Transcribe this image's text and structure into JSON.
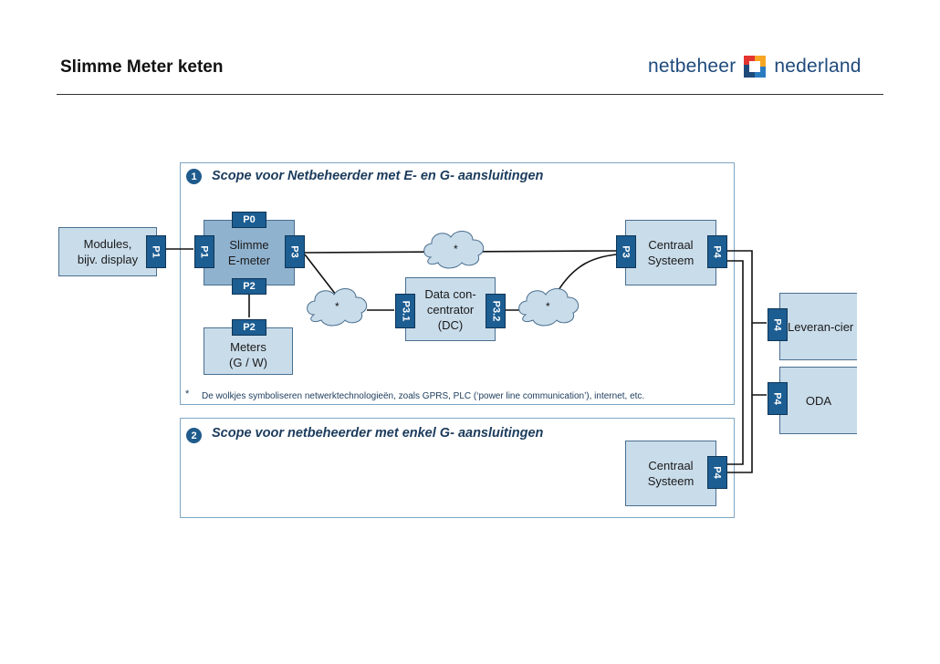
{
  "header": {
    "title": "Slimme Meter keten",
    "logo_left": "netbeheer",
    "logo_right": "nederland",
    "logo_colors": [
      "#e3342f",
      "#f6a623",
      "#1f4a7c",
      "#2b7bc0"
    ]
  },
  "scope1": {
    "number": "1",
    "title": "Scope voor Netbeheerder met E- en G- aansluitingen"
  },
  "scope2": {
    "number": "2",
    "title": "Scope voor netbeheerder met enkel G- aansluitingen"
  },
  "nodes": {
    "modules": "Modules,\nbijv. display",
    "slimme": "Slimme\nE-meter",
    "meters": "Meters\n(G / W)",
    "dc": "Data con-\ncentrator\n(DC)",
    "centraal1": "Centraal\nSysteem",
    "centraal2": "Centraal\nSysteem",
    "leverancier": "Leveran-cier",
    "oda": "ODA"
  },
  "ports": {
    "p0": "P0",
    "p1_modules": "P1",
    "p1_meter": "P1",
    "p3_meter": "P3",
    "p2_meter": "P2",
    "p2_meters": "P2",
    "p31": "P3.1",
    "p32": "P3.2",
    "p3_cs": "P3",
    "p4_cs1": "P4",
    "p4_cs2": "P4",
    "p4_lev": "P4",
    "p4_oda": "P4"
  },
  "cloud_marker": "*",
  "footnote_marker": "*",
  "footnote": "De wolkjes symboliseren netwerktechnologieën, zoals GPRS, PLC (‘power line communication’), internet, etc.",
  "colors": {
    "port": "#1c5d92",
    "box_light": "#c9dcea",
    "box_mid": "#8fb2cf",
    "scope_border": "#7fa6c4"
  }
}
